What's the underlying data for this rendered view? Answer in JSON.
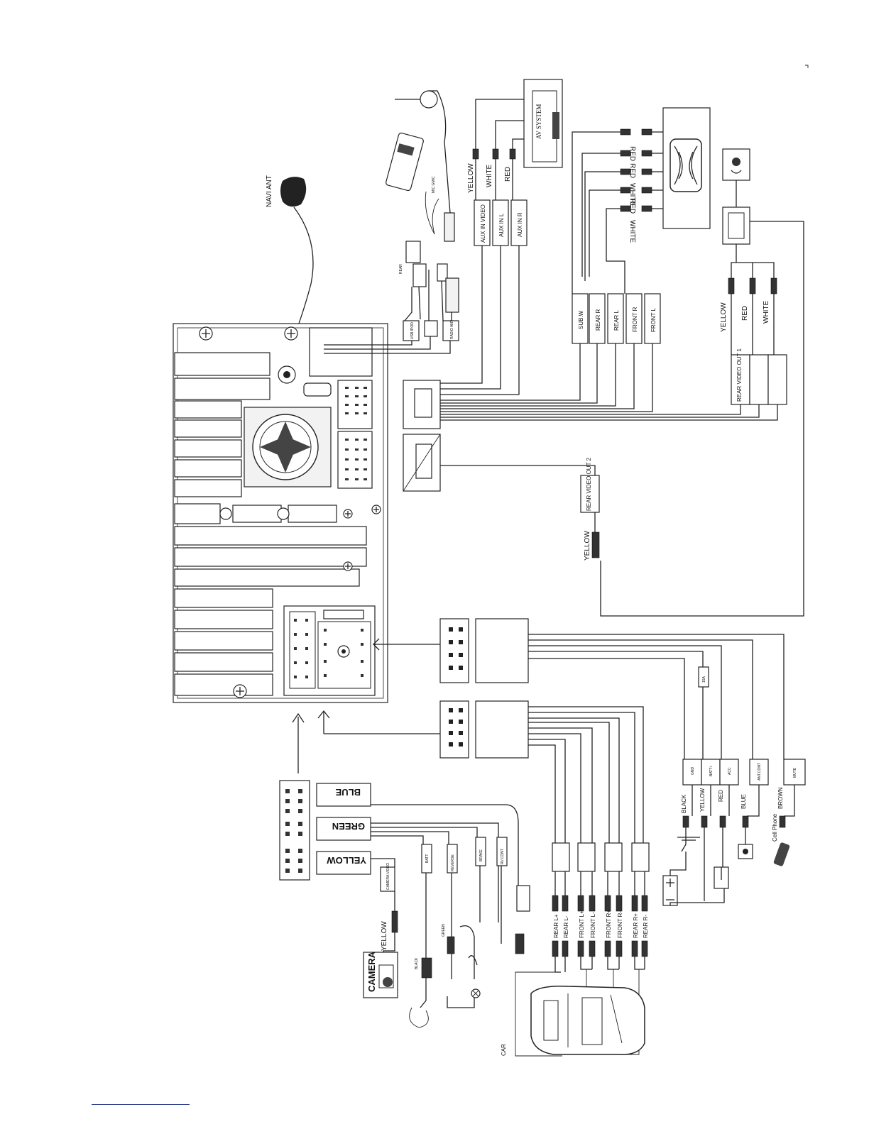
{
  "labels": {
    "navi_ant": "NAVI ANT",
    "av_system": "AV  SYSTEM",
    "aux_in_video": "AUX IN VIDEO",
    "aux_in_l": "AUX IN L",
    "aux_in_r": "AUX IN R",
    "yellow": "YELLOW",
    "white": "WHITE",
    "red": "RED",
    "sub_w": "SUB.W",
    "rear_r": "REAR R",
    "rear_l": "REAR L",
    "front_r": "FRONT R",
    "front_l": "FRONT L",
    "rear_video_out_1": "REAR VIDEO OUT 1",
    "rear_video_out_2": "REAR VIDEO OUT 2",
    "gnd": "GND",
    "batt": "BATT+",
    "acc": "ACC",
    "ant_cont": "ANT.CONT",
    "mute": "MUTE",
    "fuse": "15A",
    "black": "BLACK",
    "blue": "BLUE",
    "brown": "BROWN",
    "cell_phone": "Cell Phone",
    "blue_connector": "BLUE",
    "green_connector": "GREEN",
    "yellow_connector": "YELLOW",
    "camera": "CAMERA",
    "camera_video": "CAMERA VIDEO",
    "green": "GREEN",
    "reverse": "REVERSE",
    "brake": "BRAKE",
    "rv_cont": "RV.CONT",
    "batt_small": "BATT",
    "car": "CAR",
    "rear_l_plus": "REAR L+",
    "rear_l_minus": "REAR L-",
    "front_l_plus": "FRONT L+",
    "front_l_minus": "FRONT L-",
    "front_r_plus": "FRONT R+",
    "front_r_minus": "FRONT R-",
    "rear_r_plus": "REAR R+",
    "rear_r_minus": "REAR R-",
    "usb_ipod": "USB IPOD",
    "radio_ant": "RADIO ANT",
    "mic_gmic": "MIC GMIC",
    "rear": "REAR"
  },
  "colors": {
    "line": "#222222",
    "link": "#1a3fd0"
  },
  "icons": [
    "screw-icon",
    "fan-icon",
    "antenna-icon",
    "camera-icon",
    "car-icon",
    "phone-icon",
    "battery-icon",
    "amplifier-icon",
    "monitor-icon"
  ]
}
